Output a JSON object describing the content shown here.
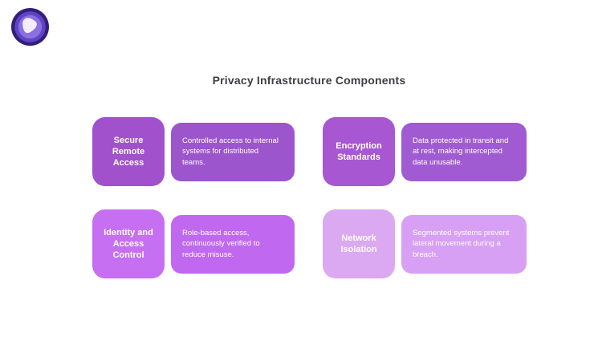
{
  "page": {
    "title": "Privacy Infrastructure Components",
    "title_color": "#3e3e44",
    "background": "#ffffff"
  },
  "logo": {
    "description": "concentric purple rings with white rounded-triangle core",
    "colors": {
      "outer_ring": "#351e7a",
      "mid_ring": "#5e45c6",
      "inner_ring": "#8a70e0",
      "core": "#f2eefb"
    }
  },
  "cards": [
    {
      "label": "Secure Remote Access",
      "description": "Controlled access to internal systems for distributed teams.",
      "label_bg": "#a151cc",
      "desc_bg": "#9c55cd",
      "text_color": "#ffffff"
    },
    {
      "label": "Encryption Standards",
      "description": "Data protected in transit and at rest, making intercepted data unusable.",
      "label_bg": "#a657d1",
      "desc_bg": "#a05bd2",
      "text_color": "#ffffff"
    },
    {
      "label": "Identity and Access Control",
      "description": "Role-based access, continuously verified to reduce misuse.",
      "label_bg": "#c76ff2",
      "desc_bg": "#c068f0",
      "text_color": "#ffffff"
    },
    {
      "label": "Network Isolation",
      "description": "Segmented systems prevent lateral movement during a breach.",
      "label_bg": "#dba8f2",
      "desc_bg": "#d7a0f4",
      "text_color": "#ffffff"
    }
  ]
}
